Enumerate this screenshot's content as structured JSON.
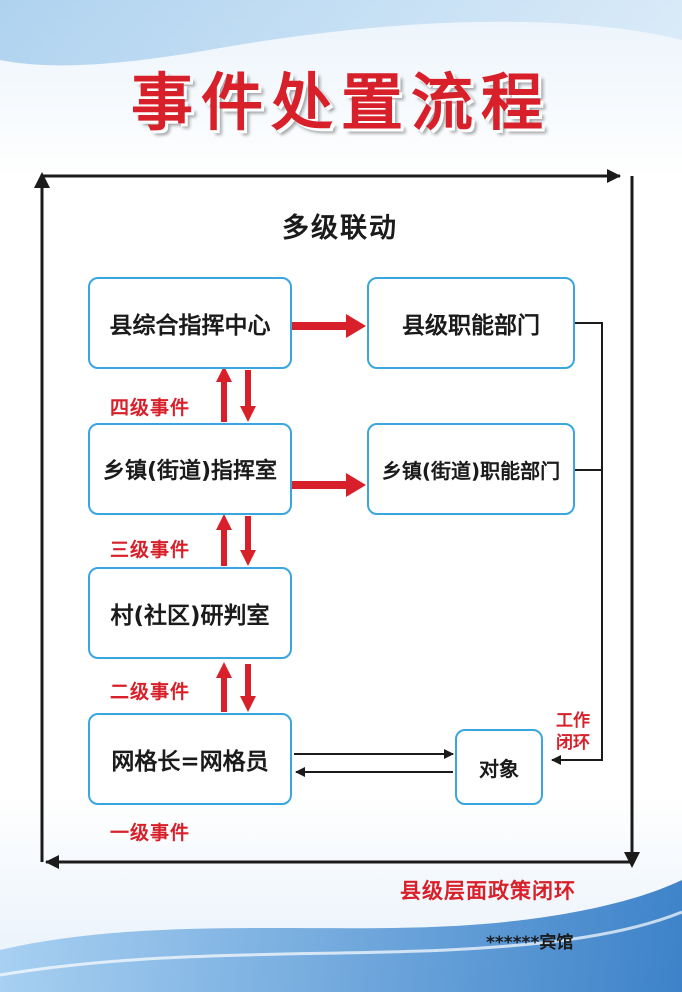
{
  "title": "事件处置流程",
  "subtitle": "多级联动",
  "nodes": {
    "county_center": "县综合指挥中心",
    "county_dept": "县级职能部门",
    "town_room": "乡镇(街道)指挥室",
    "town_dept": "乡镇(街道)职能部门",
    "village_room": "村(社区)研判室",
    "grid": "网格长=网格员",
    "object": "对象"
  },
  "levels": {
    "level4": "四级事件",
    "level3": "三级事件",
    "level2": "二级事件",
    "level1": "一级事件"
  },
  "loop_label": [
    "工作",
    "闭环"
  ],
  "footer": "县级层面政策闭环",
  "hotel": "******宾馆",
  "colors": {
    "title_red": "#d8202a",
    "box_border": "#3aa6e0",
    "arrow_red": "#d8202a",
    "line_dark": "#1b1b1b"
  }
}
